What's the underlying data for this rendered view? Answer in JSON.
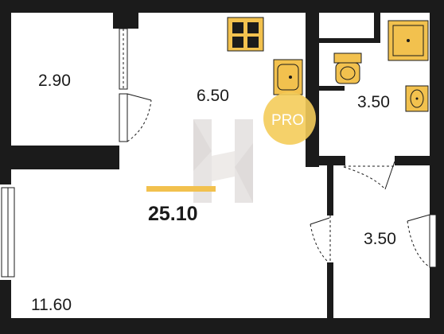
{
  "rooms": {
    "closet": {
      "area": "2.90"
    },
    "kitchen": {
      "area": "6.50"
    },
    "bathroom": {
      "area": "3.50"
    },
    "hall": {
      "area": "3.50"
    },
    "living": {
      "area": "11.60"
    }
  },
  "total_area": "25.10",
  "badge": {
    "text": "PRO"
  },
  "colors": {
    "wall": "#1b1b1b",
    "fixture": "#f2c14e",
    "accent_bar": "#f2c14e",
    "badge": "#f4cc5a",
    "watermark": "#cfc7c3"
  },
  "icons": {
    "watermark": "h-logo-watermark-icon"
  }
}
